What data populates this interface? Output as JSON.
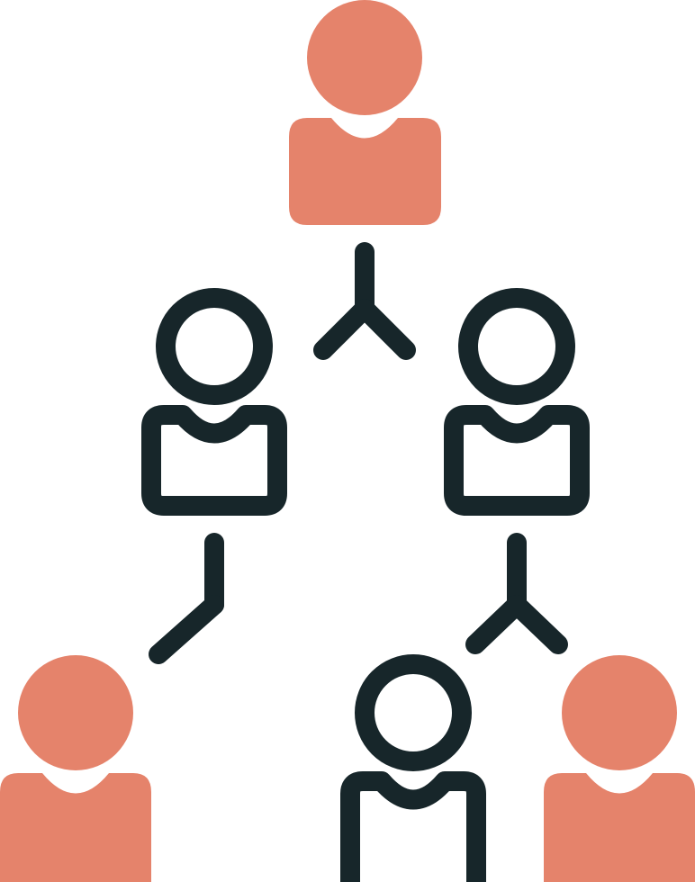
{
  "colors": {
    "accent": "#E5836B",
    "outline": "#17262A",
    "background": "#FFFFFF"
  },
  "nodes": [
    {
      "id": "top",
      "style": "filled",
      "icon": "person-icon"
    },
    {
      "id": "middle-left",
      "style": "outline",
      "icon": "person-icon"
    },
    {
      "id": "middle-right",
      "style": "outline",
      "icon": "person-icon"
    },
    {
      "id": "bottom-left",
      "style": "filled",
      "icon": "person-icon"
    },
    {
      "id": "bottom-center",
      "style": "outline",
      "icon": "person-icon"
    },
    {
      "id": "bottom-right",
      "style": "filled",
      "icon": "person-icon"
    }
  ],
  "connectors": [
    {
      "from": "top",
      "to": [
        "middle-left",
        "middle-right"
      ],
      "shape": "fork"
    },
    {
      "from": "middle-left",
      "to": [
        "bottom-left"
      ],
      "shape": "elbow"
    },
    {
      "from": "middle-right",
      "to": [
        "bottom-center",
        "bottom-right"
      ],
      "shape": "fork"
    }
  ]
}
